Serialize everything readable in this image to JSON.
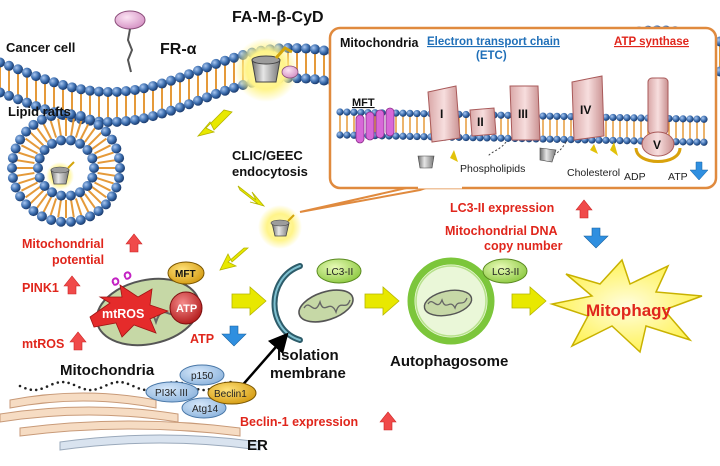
{
  "labels": {
    "cancer_cell": "Cancer cell",
    "fr_alpha": "FR-α",
    "fa_m_beta_cyd": "FA-M-β-CyD",
    "lipid_rafts": "Lipid rafts",
    "clic_geec_line1": "CLIC/GEEC",
    "clic_geec_line2": "endocytosis",
    "mitochondrial_potential_line1": "Mitochondrial",
    "mitochondrial_potential_line2": "potential",
    "pink1": "PINK1",
    "mtros_left": "mtROS",
    "mtros_burst": "mtROS",
    "mft": "MFT",
    "atp_circle": "ATP",
    "atp_down": "ATP",
    "mitochondria": "Mitochondria",
    "lc3ii_expression": "LC3-II expression",
    "mito_dna_line1": "Mitochondrial DNA",
    "mito_dna_line2": "copy number",
    "lc3ii_isolation": "LC3-II",
    "lc3ii_autophagosome": "LC3-II",
    "isolation_line1": "Isolation",
    "isolation_line2": "membrane",
    "autophagosome": "Autophagosome",
    "mitophagy": "Mitophagy",
    "p150": "p150",
    "pi3k_iii": "PI3K III",
    "beclin1": "Beclin1",
    "atg14": "Atg14",
    "beclin1_expression": "Beclin-1 expression",
    "er": "ER"
  },
  "inset": {
    "title": "Mitochondria",
    "etc_line1": "Electron transport chain",
    "etc_line2": "(ETC)",
    "atp_synthase": "ATP synthase",
    "mft": "MFT",
    "complex_1": "I",
    "complex_2": "II",
    "complex_3": "III",
    "complex_4": "IV",
    "complex_5": "V",
    "phospholipids": "Phospholipids",
    "cholesterol": "Cholesterol",
    "adp": "ADP",
    "atp": "ATP"
  },
  "colors": {
    "increase_arrow": "#f04a4a",
    "decrease_arrow": "#2f8fe0",
    "flow_arrow": "#e8e800",
    "membrane_bead": "#3d6fb0",
    "membrane_tail": "#e59a3a",
    "inset_border": "#e08a3e",
    "mitophagy_burst": "#fff35a",
    "autophagosome_ring": "#7cc63b",
    "mtros_burst": "#e52b2b"
  }
}
